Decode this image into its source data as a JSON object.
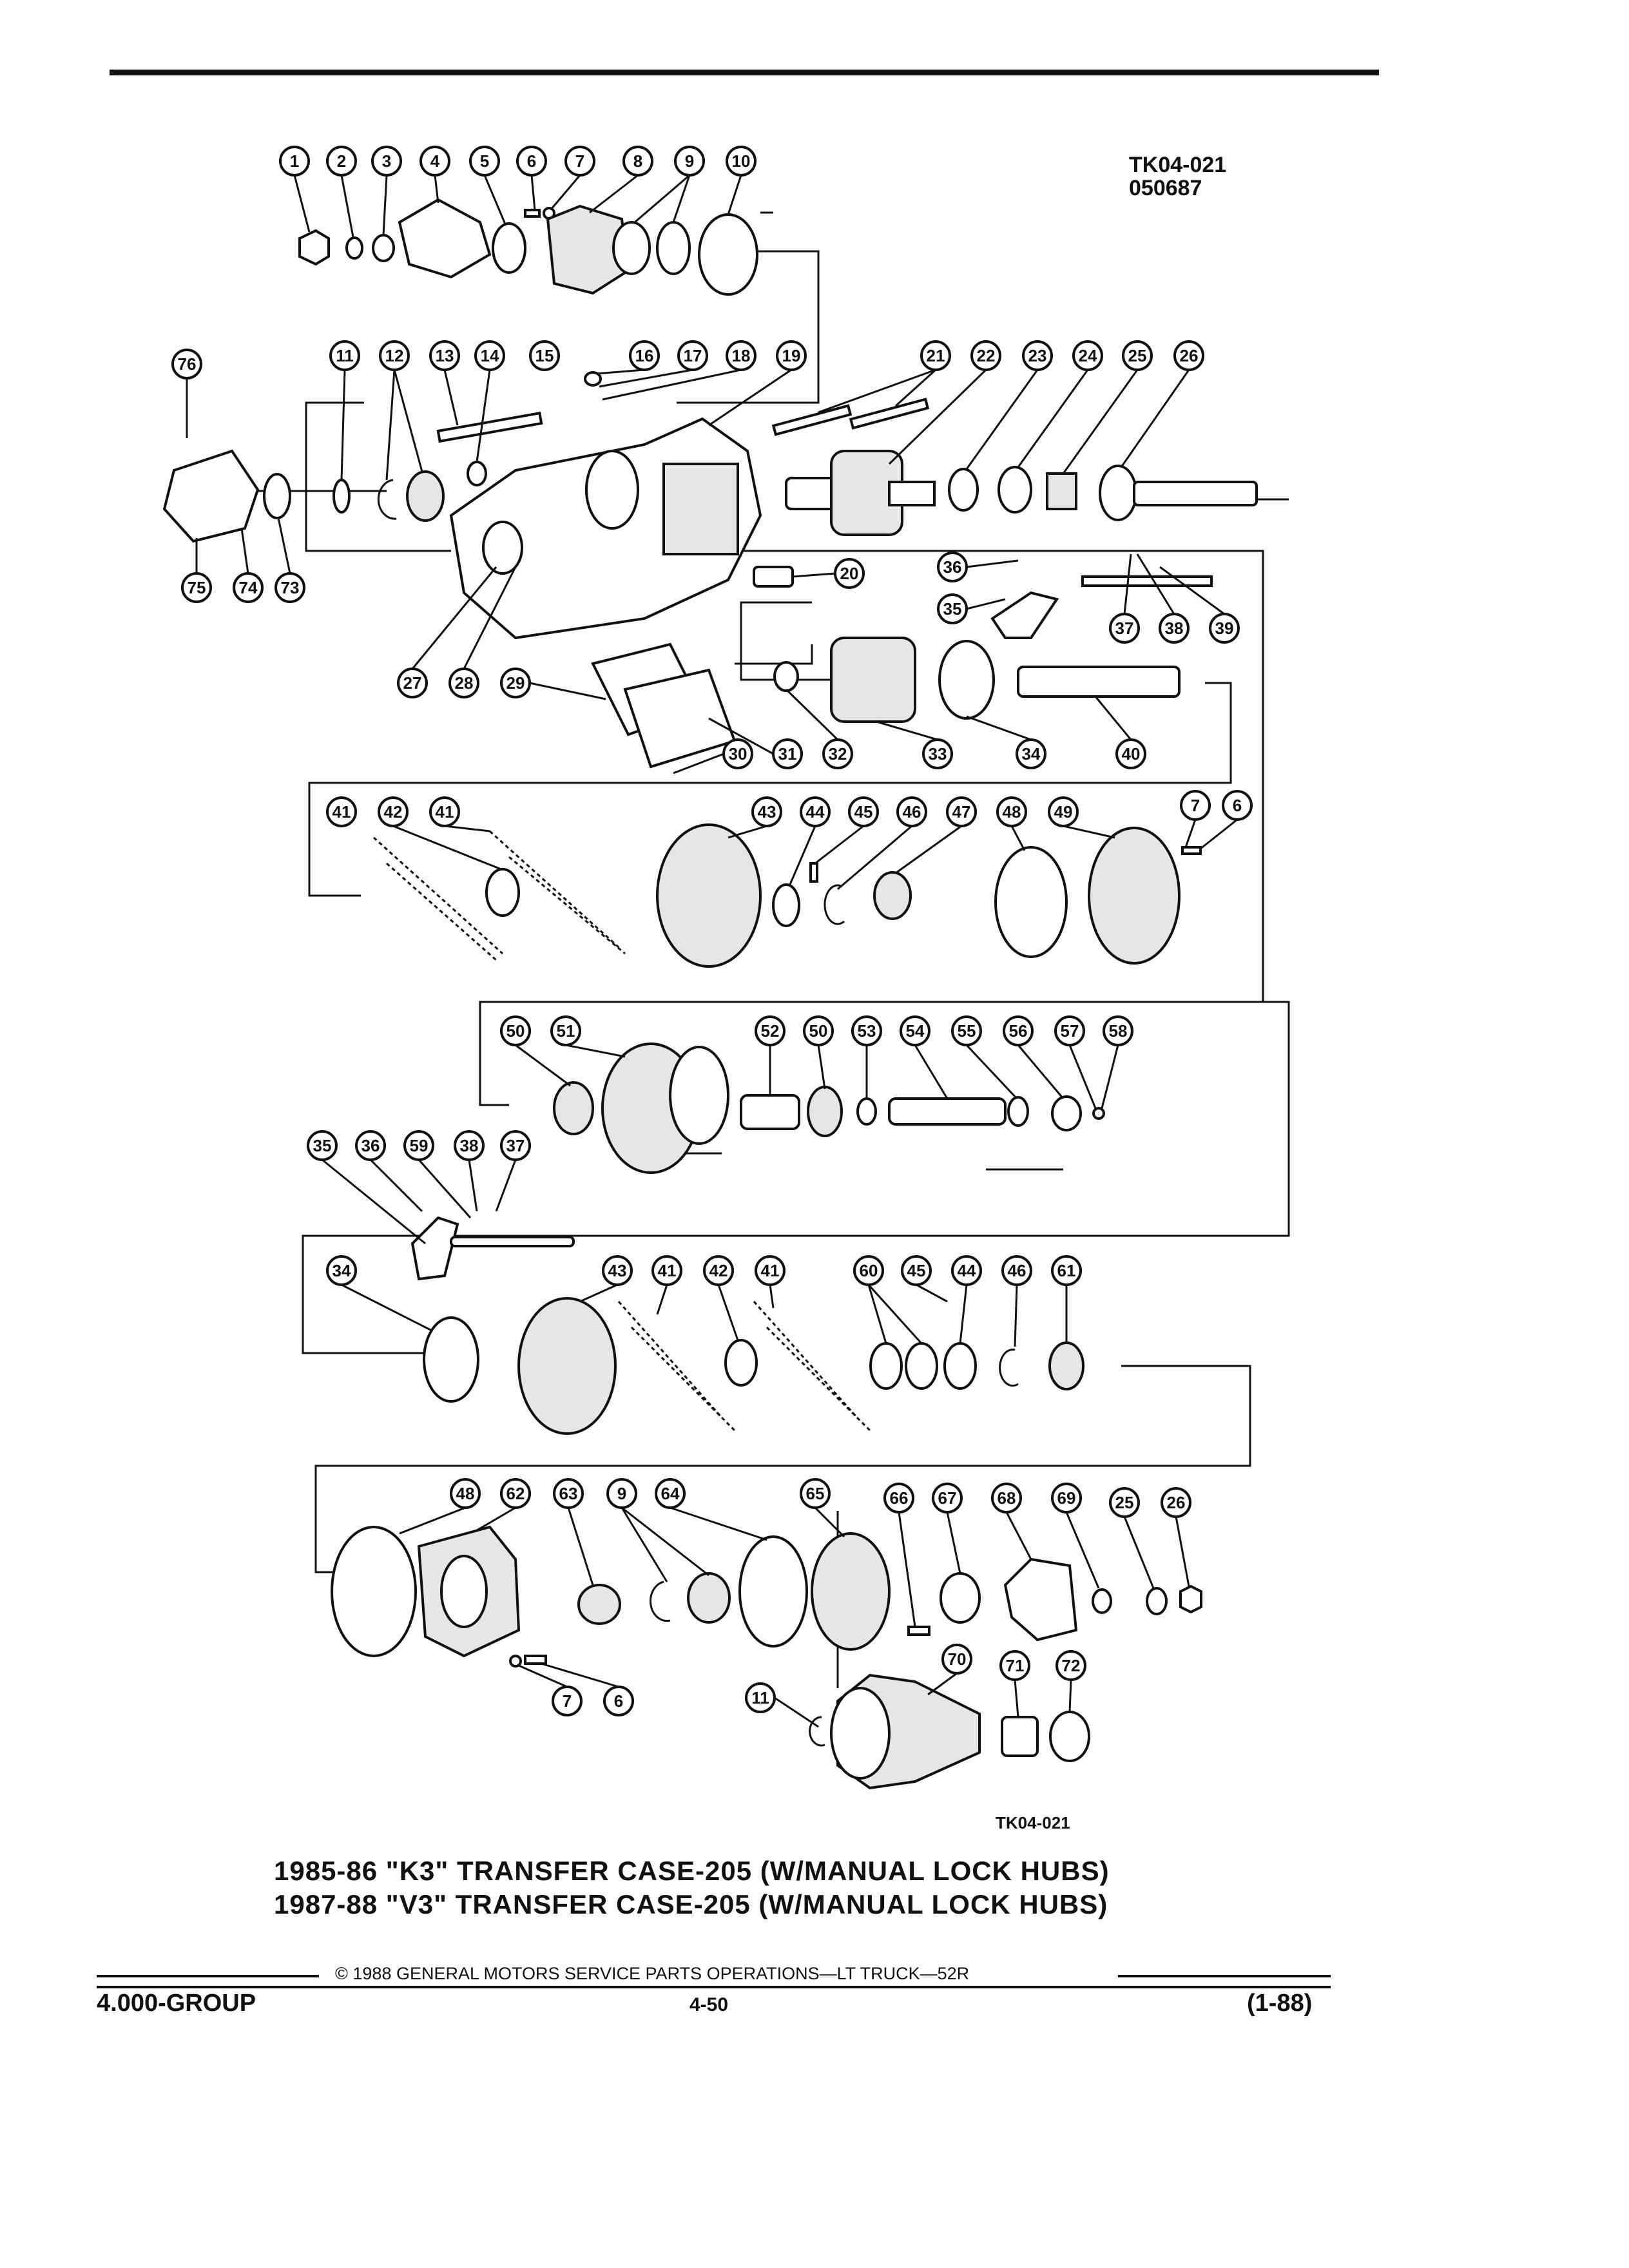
{
  "header": {
    "code_line1": "TK04-021",
    "code_line2": "050687"
  },
  "diagram": {
    "callouts_row1": [
      "1",
      "2",
      "3",
      "4",
      "5",
      "6",
      "7",
      "8",
      "9",
      "10"
    ],
    "callouts_row2": [
      "11",
      "12",
      "13",
      "14",
      "15",
      "16",
      "17",
      "18",
      "19",
      "21",
      "22",
      "23",
      "24",
      "25",
      "26"
    ],
    "callouts_left": [
      "76",
      "75",
      "74",
      "73"
    ],
    "callouts_mid_a": [
      "27",
      "28",
      "29",
      "20",
      "36",
      "35",
      "37",
      "38",
      "39"
    ],
    "callouts_mid_b": [
      "30",
      "31",
      "32",
      "33",
      "34",
      "40"
    ],
    "callouts_row4": [
      "41",
      "42",
      "41",
      "43",
      "44",
      "45",
      "46",
      "47",
      "48",
      "49",
      "7",
      "6"
    ],
    "callouts_row5": [
      "50",
      "51",
      "52",
      "50",
      "53",
      "54",
      "55",
      "56",
      "57",
      "58"
    ],
    "callouts_row6a": [
      "35",
      "36",
      "59",
      "38",
      "37"
    ],
    "callouts_row6b": [
      "34",
      "43",
      "41",
      "42",
      "41",
      "60",
      "45",
      "44",
      "46",
      "61"
    ],
    "callouts_row7": [
      "48",
      "62",
      "63",
      "9",
      "64",
      "65",
      "66",
      "67",
      "68",
      "69",
      "25",
      "26"
    ],
    "callouts_row8": [
      "7",
      "6",
      "11",
      "70",
      "71",
      "72"
    ],
    "figure_code": "TK04-021"
  },
  "caption": {
    "line1": "1985-86 \"K3\" TRANSFER CASE-205 (W/MANUAL LOCK HUBS)",
    "line2": "1987-88 \"V3\" TRANSFER CASE-205 (W/MANUAL LOCK HUBS)"
  },
  "footer": {
    "copyright": "© 1988 GENERAL MOTORS SERVICE PARTS OPERATIONS—LT TRUCK—52R",
    "group": "4.000-GROUP",
    "page": "4-50",
    "revision": "(1-88)"
  }
}
